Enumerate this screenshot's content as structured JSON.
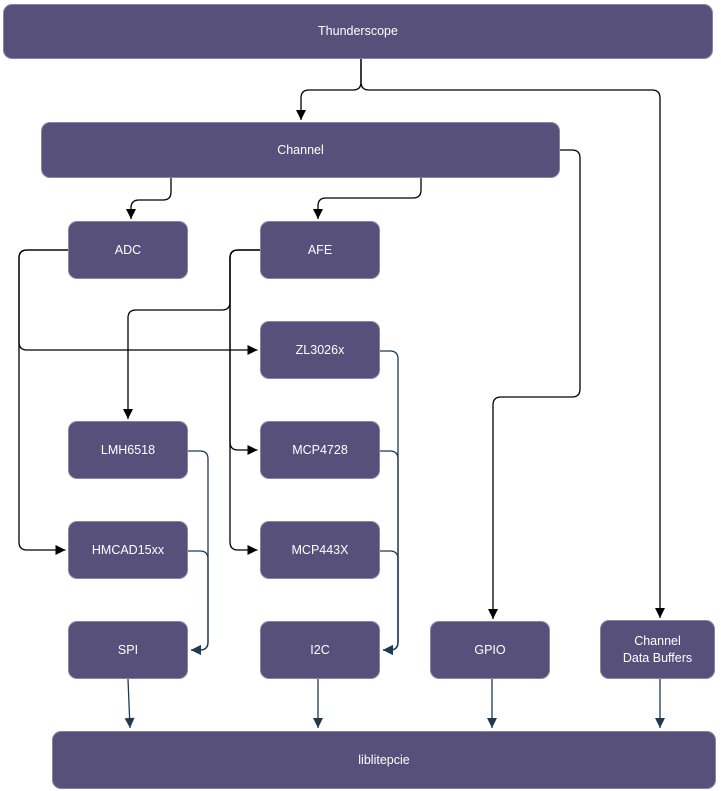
{
  "nodes": {
    "thunderscope": {
      "label": "Thunderscope"
    },
    "channel": {
      "label": "Channel"
    },
    "adc": {
      "label": "ADC"
    },
    "afe": {
      "label": "AFE"
    },
    "zl3026x": {
      "label": "ZL3026x"
    },
    "lmh6518": {
      "label": "LMH6518"
    },
    "mcp4728": {
      "label": "MCP4728"
    },
    "hmcad15xx": {
      "label": "HMCAD15xx"
    },
    "mcp443x": {
      "label": "MCP443X"
    },
    "spi": {
      "label": "SPI"
    },
    "i2c": {
      "label": "I2C"
    },
    "gpio": {
      "label": "GPIO"
    },
    "cdb": {
      "label": "Channel\nData Buffers"
    },
    "liblitepcie": {
      "label": "liblitepcie"
    }
  },
  "edges": [
    {
      "from": "Thunderscope",
      "to": "Channel"
    },
    {
      "from": "Thunderscope",
      "to": "Channel Data Buffers"
    },
    {
      "from": "Channel",
      "to": "ADC"
    },
    {
      "from": "Channel",
      "to": "AFE"
    },
    {
      "from": "Channel",
      "to": "GPIO"
    },
    {
      "from": "ADC",
      "to": "ZL3026x"
    },
    {
      "from": "ADC",
      "to": "HMCAD15xx"
    },
    {
      "from": "AFE",
      "to": "LMH6518"
    },
    {
      "from": "AFE",
      "to": "MCP4728"
    },
    {
      "from": "AFE",
      "to": "MCP443X"
    },
    {
      "from": "LMH6518",
      "to": "SPI"
    },
    {
      "from": "HMCAD15xx",
      "to": "SPI"
    },
    {
      "from": "ZL3026x",
      "to": "I2C"
    },
    {
      "from": "MCP4728",
      "to": "I2C"
    },
    {
      "from": "MCP443X",
      "to": "I2C"
    },
    {
      "from": "SPI",
      "to": "liblitepcie"
    },
    {
      "from": "I2C",
      "to": "liblitepcie"
    },
    {
      "from": "GPIO",
      "to": "liblitepcie"
    },
    {
      "from": "Channel Data Buffers",
      "to": "liblitepcie"
    }
  ],
  "colors": {
    "node_fill": "#57507b",
    "node_text": "#ffffff",
    "edge_primary": "#000000",
    "edge_secondary": "#1e3a52",
    "background": "#ffffff"
  }
}
